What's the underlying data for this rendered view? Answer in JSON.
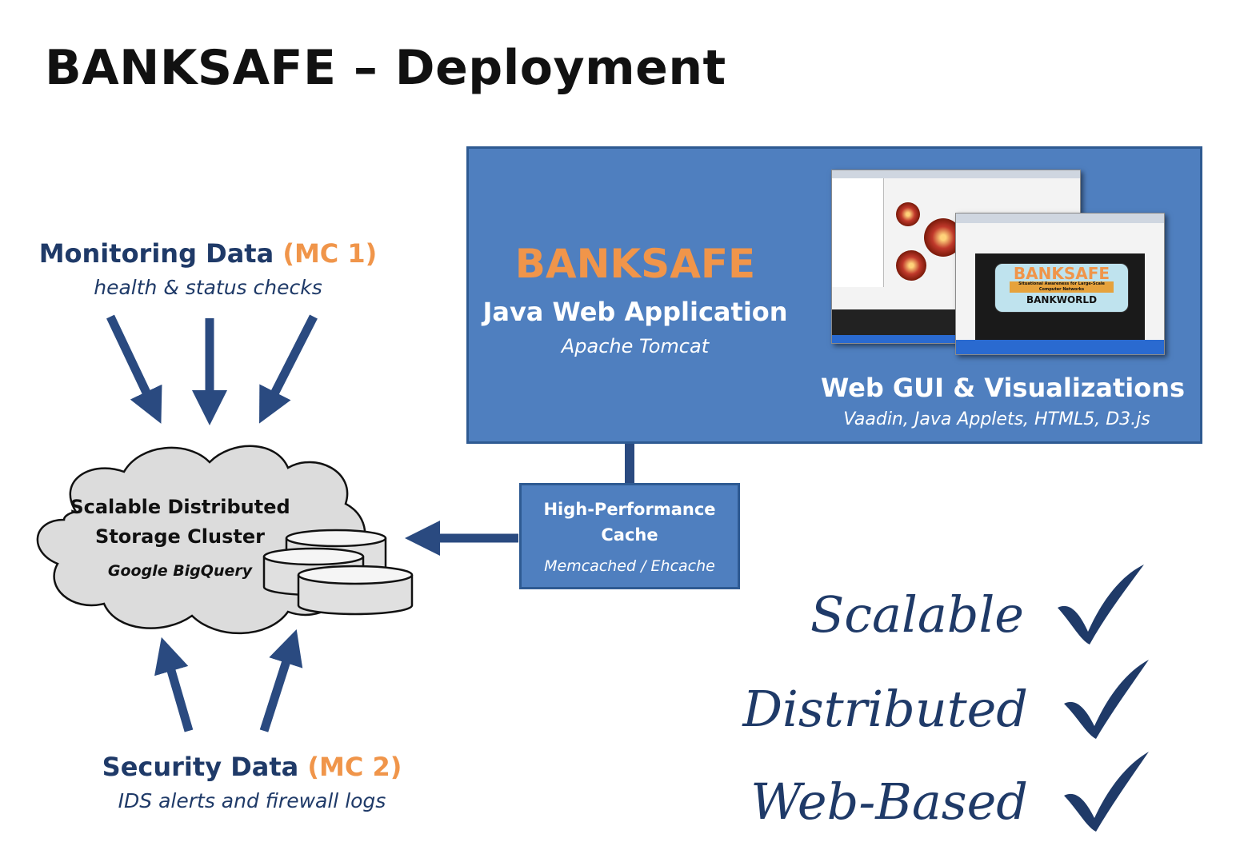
{
  "title": "BANKSAFE – Deployment",
  "monitoring": {
    "label": "Monitoring Data",
    "tag": "(MC 1)",
    "subtitle": "health & status checks"
  },
  "security": {
    "label": "Security Data",
    "tag": "(MC 2)",
    "subtitle": "IDS alerts and firewall logs"
  },
  "storage": {
    "line1": "Scalable Distributed",
    "line2": "Storage Cluster",
    "tech": "Google BigQuery"
  },
  "app": {
    "name": "BANKSAFE",
    "type": "Java Web Application",
    "server": "Apache Tomcat",
    "gui_title": "Web GUI & Visualizations",
    "gui_tech": "Vaadin, Java Applets, HTML5, D3.js",
    "screenshot_logo": "BANKSAFE",
    "screenshot_caption": "Situational Awareness for Large-Scale Computer Networks",
    "screenshot_brand": "BANKWORLD"
  },
  "cache": {
    "line1": "High-Performance",
    "line2": "Cache",
    "tech": "Memcached / Ehcache"
  },
  "features": [
    "Scalable",
    "Distributed",
    "Web-Based"
  ],
  "colors": {
    "navy": "#1f3a68",
    "orange": "#f0954a",
    "box_blue": "#4f7fbf",
    "box_border": "#2e5a92",
    "arrow": "#2a4a80"
  }
}
